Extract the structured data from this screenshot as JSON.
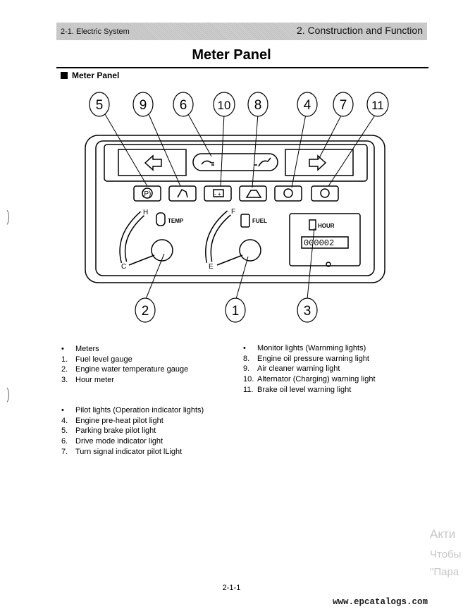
{
  "header": {
    "left": "2-1. Electric System",
    "right": "2. Construction and Function"
  },
  "page_title": "Meter Panel",
  "section_heading": "Meter Panel",
  "diagram": {
    "callouts": [
      "1",
      "2",
      "3",
      "4",
      "5",
      "6",
      "7",
      "8",
      "9",
      "10",
      "11"
    ],
    "gauge_labels": {
      "temp_hot": "H",
      "temp_cold": "C",
      "temp_caption": "TEMP",
      "fuel_full": "F",
      "fuel_empty": "E",
      "fuel_caption": "FUEL",
      "hour_caption": "HOUR",
      "hour_value": "000002"
    },
    "indicator_symbols": [
      "(P)",
      "-  +"
    ]
  },
  "lists": {
    "meters": {
      "header": "Meters",
      "items": [
        {
          "num": "1.",
          "text": "Fuel level gauge"
        },
        {
          "num": "2.",
          "text": "Engine water temperature gauge"
        },
        {
          "num": "3.",
          "text": "Hour meter"
        }
      ]
    },
    "monitor": {
      "header": "Monitor lights (Warnming lights)",
      "items": [
        {
          "num": "8.",
          "text": "Engine oil pressure warning light"
        },
        {
          "num": "9.",
          "text": "Air cleaner warning light"
        },
        {
          "num": "10.",
          "text": "Alternator (Charging) warning light"
        },
        {
          "num": "11.",
          "text": "Brake oil level warning light"
        }
      ]
    },
    "pilot": {
      "header": "Pilot lights (Operation indicator lights)",
      "items": [
        {
          "num": "4.",
          "text": "Engine pre-heat pilot light"
        },
        {
          "num": "5.",
          "text": "Parking brake pilot light"
        },
        {
          "num": "6.",
          "text": "Drive mode indicator light"
        },
        {
          "num": "7.",
          "text": "Turn signal indicator pilot lLight"
        }
      ]
    },
    "bullet": "•"
  },
  "page_number": "2-1-1",
  "footer_url": "www.epcatalogs.com",
  "watermark": {
    "line1": "Акти",
    "line2": "Чтобы",
    "line3": "\"Пара"
  }
}
